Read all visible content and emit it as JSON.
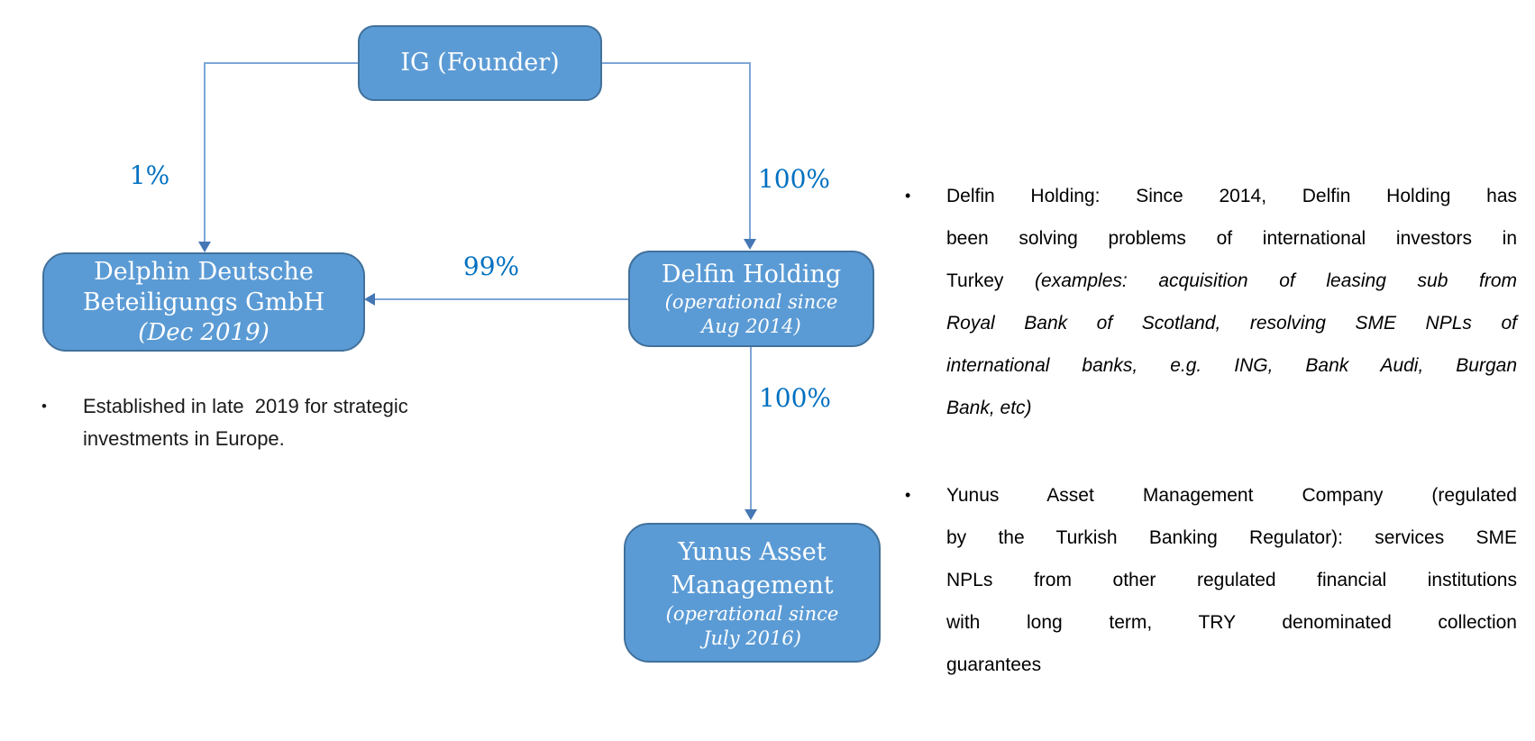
{
  "diagram": {
    "nodes": {
      "ig": {
        "title": "IG (Founder)"
      },
      "delphin": {
        "title_line1": "Delphin Deutsche",
        "title_line2": "Beteiligungs GmbH",
        "subtitle": "(Dec 2019)"
      },
      "delfin": {
        "title": "Delfin Holding",
        "subtitle_line1": "(operational since",
        "subtitle_line2": "Aug 2014)"
      },
      "yunus": {
        "title_line1": "Yunus Asset",
        "title_line2": "Management",
        "subtitle_line1": "(operational since",
        "subtitle_line2": "July 2016)"
      }
    },
    "edge_labels": {
      "ig_to_delphin": "1%",
      "ig_to_delfin": "100%",
      "delfin_to_delphin": "99%",
      "delfin_to_yunus": "100%"
    },
    "colors": {
      "node_fill": "#5B9BD5",
      "node_border": "#41719C",
      "connector": "#7EA6D8",
      "arrowhead": "#4577B5",
      "edge_label_text": "#0070C0"
    }
  },
  "left_note": {
    "marker": "•",
    "lines": [
      "Established in late  2019 for strategic",
      "investments in Europe."
    ]
  },
  "right_notes": {
    "marker": "•",
    "bullets": [
      {
        "lines": [
          {
            "segments": [
              {
                "text": "Delfin Holding: Since 2014, Delfin Holding has",
                "italic": false
              }
            ],
            "last": false
          },
          {
            "segments": [
              {
                "text": "been solving problems of international investors in",
                "italic": false
              }
            ],
            "last": false
          },
          {
            "segments": [
              {
                "text": "Turkey ",
                "italic": false
              },
              {
                "text": "(examples: acquisition of leasing sub from",
                "italic": true
              }
            ],
            "last": false
          },
          {
            "segments": [
              {
                "text": "Royal Bank of Scotland, resolving SME NPLs of",
                "italic": true
              }
            ],
            "last": false
          },
          {
            "segments": [
              {
                "text": "international banks, e.g. ING, Bank Audi, Burgan",
                "italic": true
              }
            ],
            "last": false
          },
          {
            "segments": [
              {
                "text": "Bank, etc)",
                "italic": true
              }
            ],
            "last": true
          }
        ]
      },
      {
        "lines": [
          {
            "segments": [
              {
                "text": "Yunus Asset Management Company (regulated",
                "italic": false
              }
            ],
            "last": false
          },
          {
            "segments": [
              {
                "text": "by the Turkish Banking Regulator): services SME",
                "italic": false
              }
            ],
            "last": false
          },
          {
            "segments": [
              {
                "text": "NPLs from other regulated financial institutions",
                "italic": false
              }
            ],
            "last": false
          },
          {
            "segments": [
              {
                "text": "with long term, TRY denominated collection",
                "italic": false
              }
            ],
            "last": false
          },
          {
            "segments": [
              {
                "text": "guarantees",
                "italic": false
              }
            ],
            "last": true
          }
        ]
      }
    ]
  }
}
